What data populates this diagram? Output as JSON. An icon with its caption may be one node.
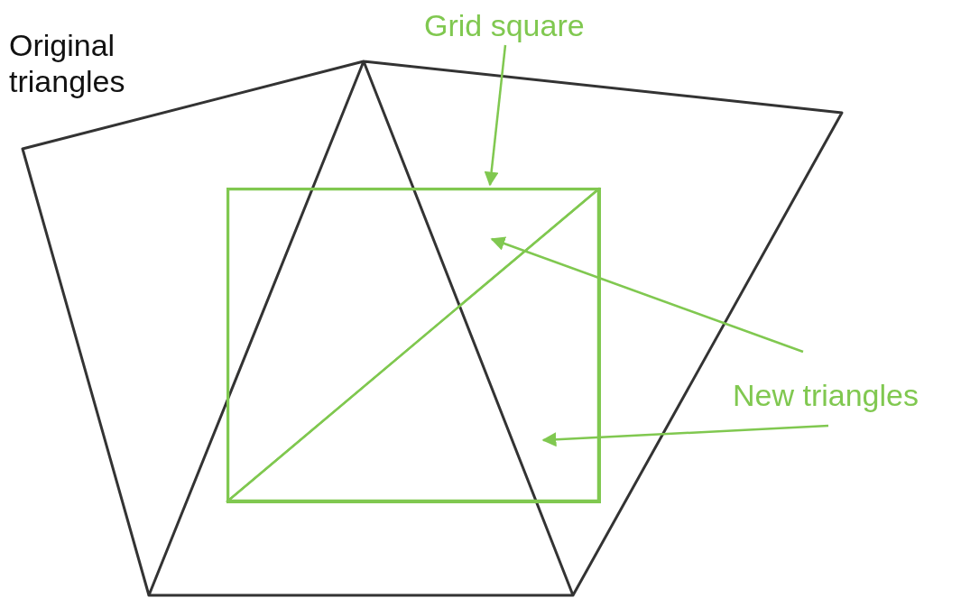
{
  "diagram": {
    "nodes": [
      {
        "text": [
          "Grid square"
        ]
      },
      {
        "text": [],
        "shape": "box"
      },
      {
        "text": [
          "New triangles"
        ]
      },
      {
        "text": [],
        "shape": "triangle",
        "in": 1
      },
      {
        "text": [],
        "shape": "triangle",
        "in": 1
      }
    ],
    "edges": [
      {
        "from": 0,
        "to": 1,
        "arrow": "to"
      },
      {
        "from": 2,
        "to": 3,
        "arrow": "to"
      },
      {
        "from": 2,
        "to": 4,
        "arrow": "to"
      }
    ],
    "labels": [
      "Original triangles"
    ]
  }
}
